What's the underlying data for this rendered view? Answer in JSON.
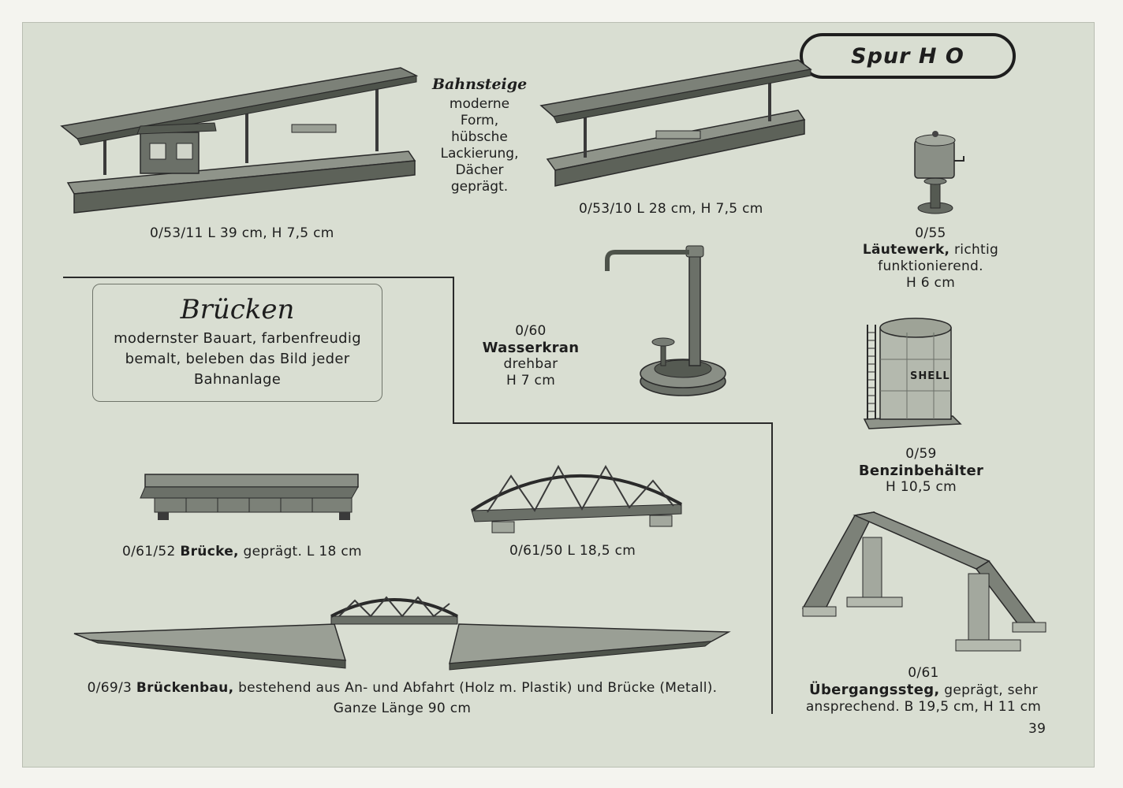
{
  "badge": "Spur H O",
  "bahnsteige": {
    "title": "Bahnsteige",
    "lines": [
      "moderne",
      "Form,",
      "hübsche",
      "Lackierung,",
      "Dächer",
      "geprägt."
    ]
  },
  "platform_large": {
    "caption": "0/53/11  L 39 cm,  H 7,5 cm"
  },
  "platform_small": {
    "caption": "0/53/10  L 28 cm,  H 7,5 cm"
  },
  "laeutewerk": {
    "number": "0/55",
    "name": "Läutewerk,",
    "desc1": " richtig",
    "desc2": "funktionierend.",
    "height": "H 6 cm"
  },
  "wasserkran": {
    "number": "0/60",
    "name": "Wasserkran",
    "desc": "drehbar",
    "height": "H 7 cm"
  },
  "bruecken_box": {
    "title": "Brücken",
    "desc": "modernster Bauart, farbenfreudig bemalt, beleben das Bild jeder Bahnanlage"
  },
  "tank": {
    "label": "SHELL",
    "number": "0/59",
    "name": "Benzinbehälter",
    "height": "H 10,5 cm"
  },
  "bruecke_52": {
    "number": "0/61/52 ",
    "name": "Brücke,",
    "desc": " geprägt.  L 18 cm"
  },
  "bruecke_50": {
    "caption": "0/61/50    L 18,5 cm"
  },
  "brueckenbau": {
    "number": "0/69/3 ",
    "name": "Brückenbau,",
    "desc": " bestehend aus An- und Abfahrt (Holz m. Plastik) und Brücke (Metall).",
    "length": "Ganze Länge 90 cm"
  },
  "uebergangssteg": {
    "number": "0/61",
    "name": "Übergangssteg,",
    "desc1": " geprägt,  sehr",
    "desc2": "ansprechend.   B 19,5 cm, H 11 cm"
  },
  "page_number": "39",
  "colors": {
    "background": "#d9ded2",
    "ink": "#1e1e1e",
    "metal": "#6e746c"
  }
}
